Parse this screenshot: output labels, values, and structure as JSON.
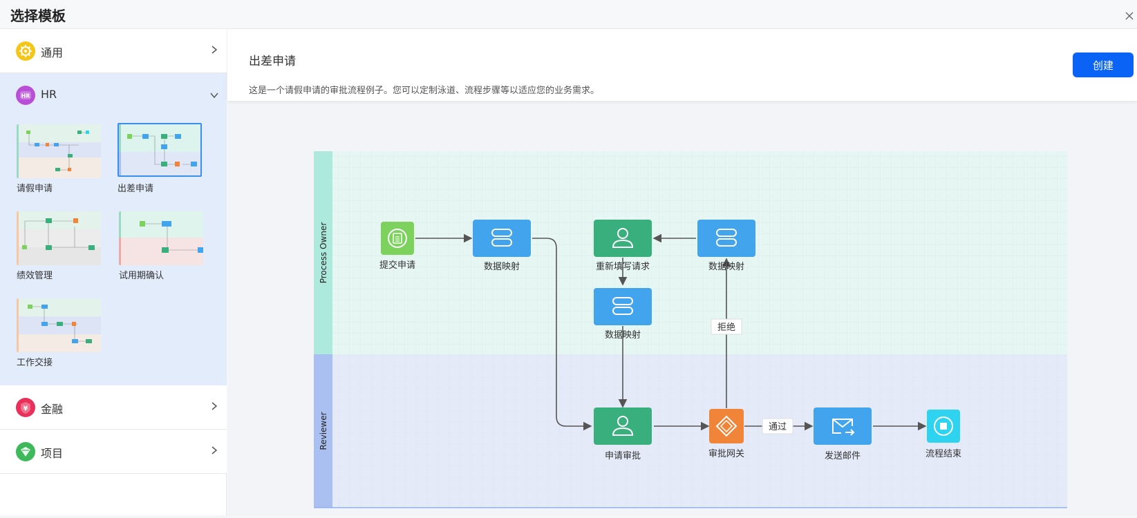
{
  "dialog": {
    "title": "选择模板",
    "close_icon": "close-icon"
  },
  "sidebar": {
    "categories": [
      {
        "label": "通用",
        "icon": "settings-icon",
        "color": "#f5c518"
      },
      {
        "label": "HR",
        "icon": "hr-icon",
        "color": "#b84fd6"
      },
      {
        "label": "金融",
        "icon": "finance-icon",
        "color": "#e8305a"
      },
      {
        "label": "项目",
        "icon": "project-icon",
        "color": "#3db85a"
      }
    ],
    "hr_badge": "HR",
    "finance_badge": "¥",
    "hr_templates": [
      {
        "label": "请假申请"
      },
      {
        "label": "出差申请",
        "selected": true
      },
      {
        "label": "绩效管理"
      },
      {
        "label": "试用期确认"
      },
      {
        "label": "工作交接"
      }
    ]
  },
  "detail": {
    "title": "出差申请",
    "description": "这是一个请假申请的审批流程例子。您可以定制泳道、流程步骤等以适应您的业务需求。",
    "create_label": "创建"
  },
  "diagram": {
    "lanes": [
      {
        "label": "Process Owner",
        "color": "#b6ece2"
      },
      {
        "label": "Reviewer",
        "color": "#a9c0f0"
      }
    ],
    "nodes": {
      "submit": "提交申请",
      "map1": "数据映射",
      "refill": "重新填写请求",
      "map2": "数据映射",
      "map3": "数据映射",
      "approve": "申请审批",
      "gateway": "审批网关",
      "email": "发送邮件",
      "end": "流程结束"
    },
    "edges": {
      "reject": "拒绝",
      "pass": "通过"
    },
    "colors": {
      "start": "#7cd25c",
      "task_blue": "#42a4ec",
      "task_green": "#3aaf7e",
      "gateway": "#f08438",
      "end": "#2ed3ef"
    }
  }
}
